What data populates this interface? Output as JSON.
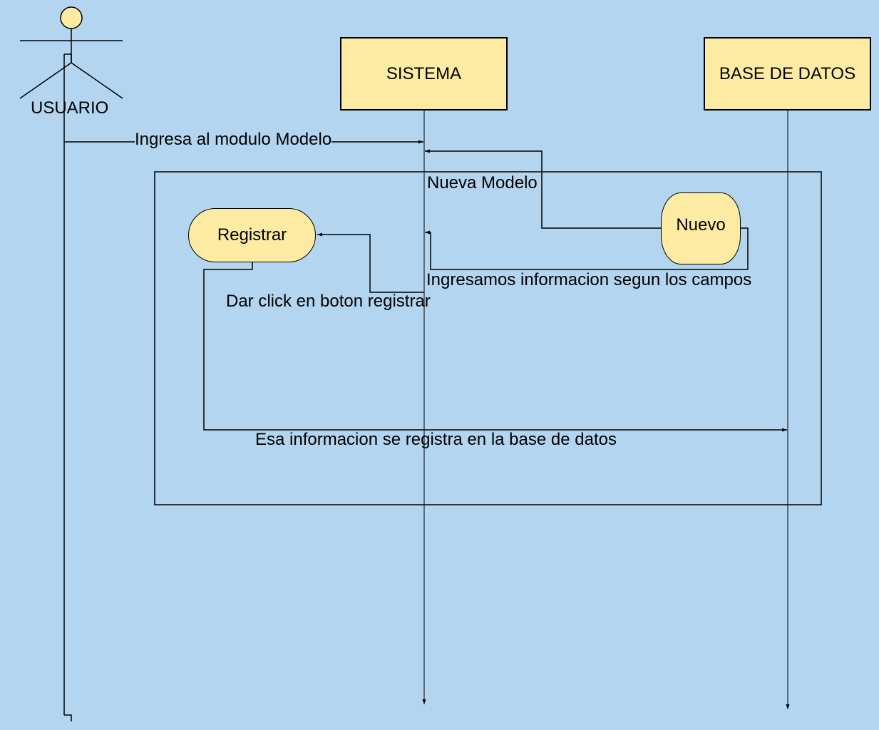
{
  "actor": {
    "label": "USUARIO"
  },
  "lifelines": {
    "sistema": {
      "label": "SISTEMA"
    },
    "base_datos": {
      "label": "BASE DE DATOS"
    }
  },
  "frame": {
    "label": "Nueva Modelo"
  },
  "nodes": {
    "registrar": {
      "label": "Registrar"
    },
    "nuevo": {
      "label": "Nuevo"
    }
  },
  "messages": {
    "ingresa": "Ingresa al modulo Modelo",
    "ingresamos": "Ingresamos informacion segun los campos",
    "dar_click": "Dar click en boton registrar",
    "registra": "Esa informacion se registra en la base de datos"
  },
  "colors": {
    "background": "#b3d5ef",
    "box_fill": "#fdeba3",
    "stroke": "#000000"
  }
}
